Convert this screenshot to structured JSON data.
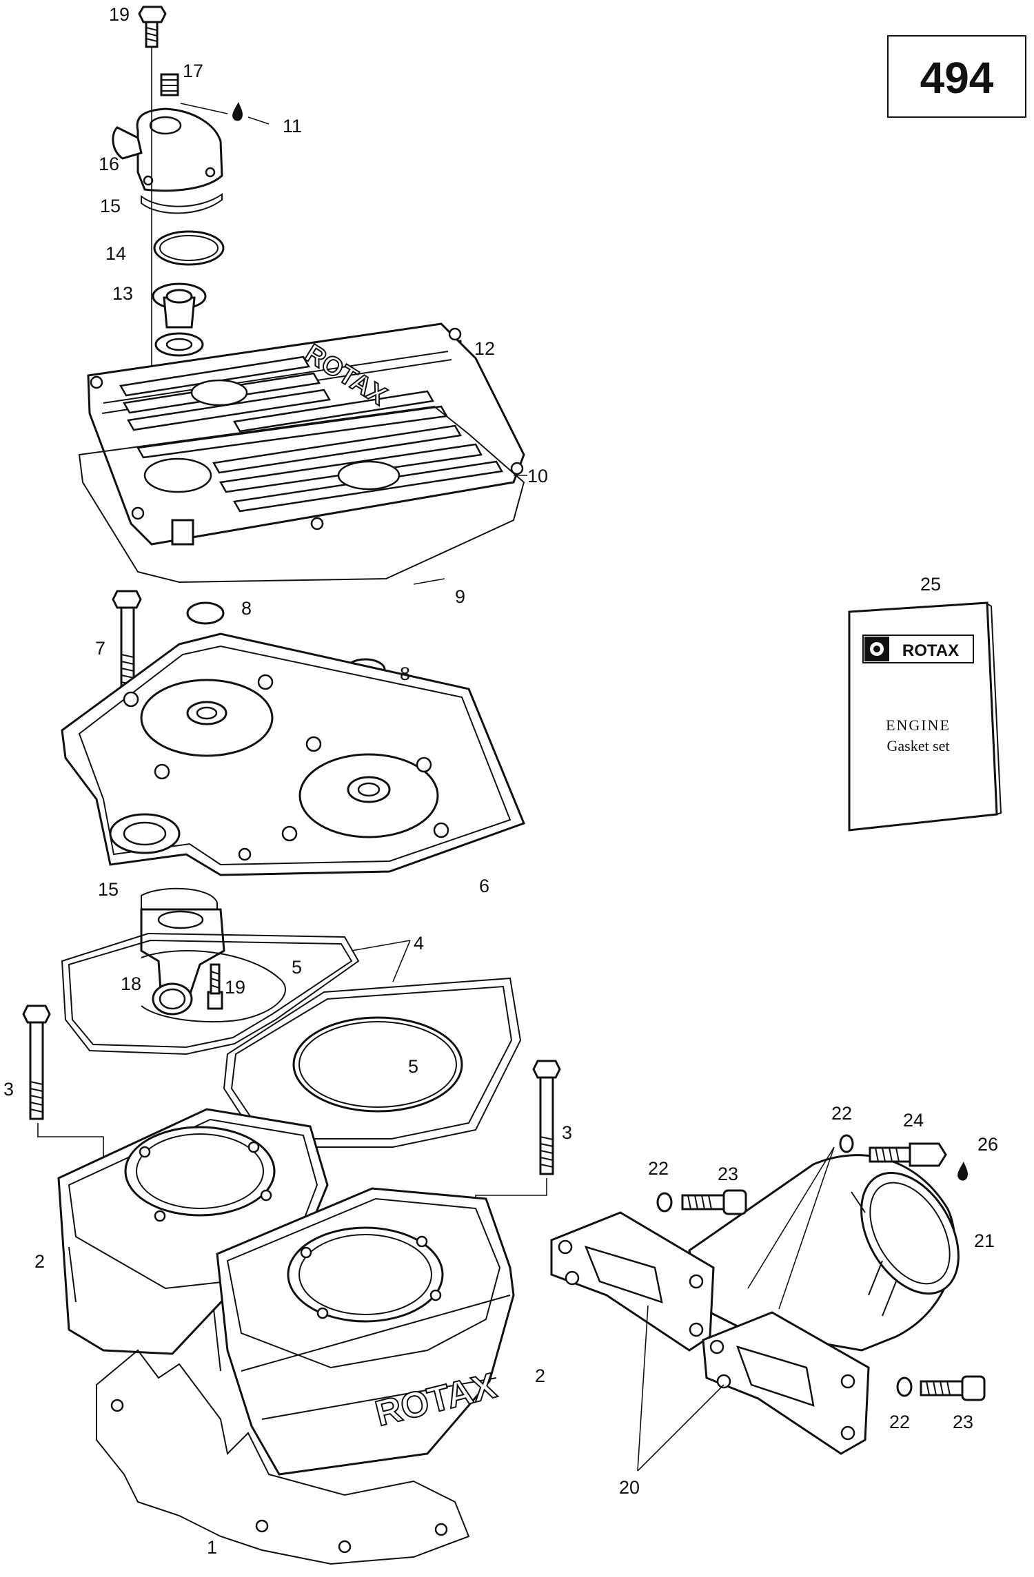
{
  "diagram": {
    "page_number": "494",
    "gasket_manual": {
      "brand": "ROTAX",
      "title_line1": "ENGINE",
      "title_line2": "Gasket set"
    },
    "cylinder_branding": "ROTAX",
    "valve_cover_branding": "ROTAX",
    "callouts": [
      {
        "id": "c19a",
        "text": "19"
      },
      {
        "id": "c17",
        "text": "17"
      },
      {
        "id": "c11",
        "text": "11"
      },
      {
        "id": "c16",
        "text": "16"
      },
      {
        "id": "c15a",
        "text": "15"
      },
      {
        "id": "c14",
        "text": "14"
      },
      {
        "id": "c13",
        "text": "13"
      },
      {
        "id": "c12",
        "text": "12"
      },
      {
        "id": "c10",
        "text": "10"
      },
      {
        "id": "c9",
        "text": "9"
      },
      {
        "id": "c8a",
        "text": "8"
      },
      {
        "id": "c8b",
        "text": "8"
      },
      {
        "id": "c7",
        "text": "7"
      },
      {
        "id": "c25",
        "text": "25"
      },
      {
        "id": "c15b",
        "text": "15"
      },
      {
        "id": "c6",
        "text": "6"
      },
      {
        "id": "c4",
        "text": "4"
      },
      {
        "id": "c5a",
        "text": "5"
      },
      {
        "id": "c18",
        "text": "18"
      },
      {
        "id": "c19b",
        "text": "19"
      },
      {
        "id": "c5b",
        "text": "5"
      },
      {
        "id": "c3a",
        "text": "3"
      },
      {
        "id": "c3b",
        "text": "3"
      },
      {
        "id": "c22a",
        "text": "22"
      },
      {
        "id": "c24",
        "text": "24"
      },
      {
        "id": "c26",
        "text": "26"
      },
      {
        "id": "c22b",
        "text": "22"
      },
      {
        "id": "c23a",
        "text": "23"
      },
      {
        "id": "c21",
        "text": "21"
      },
      {
        "id": "c2a",
        "text": "2"
      },
      {
        "id": "c2b",
        "text": "2"
      },
      {
        "id": "c22c",
        "text": "22"
      },
      {
        "id": "c23b",
        "text": "23"
      },
      {
        "id": "c20",
        "text": "20"
      },
      {
        "id": "c1",
        "text": "1"
      }
    ]
  }
}
